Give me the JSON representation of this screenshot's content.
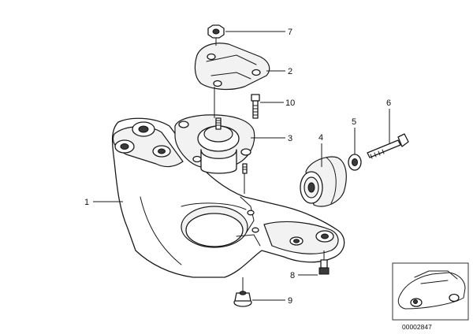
{
  "callouts": {
    "c1": "1",
    "c2": "2",
    "c3": "3",
    "c4": "4",
    "c5": "5",
    "c6": "6",
    "c7": "7",
    "c8": "8",
    "c9": "9",
    "c10": "10"
  },
  "document_number": "00002847",
  "icons": {
    "vehicle_thumbnail": "car-location-thumbnail"
  },
  "colors": {
    "line": "#1a1a1a",
    "background": "#ffffff"
  }
}
